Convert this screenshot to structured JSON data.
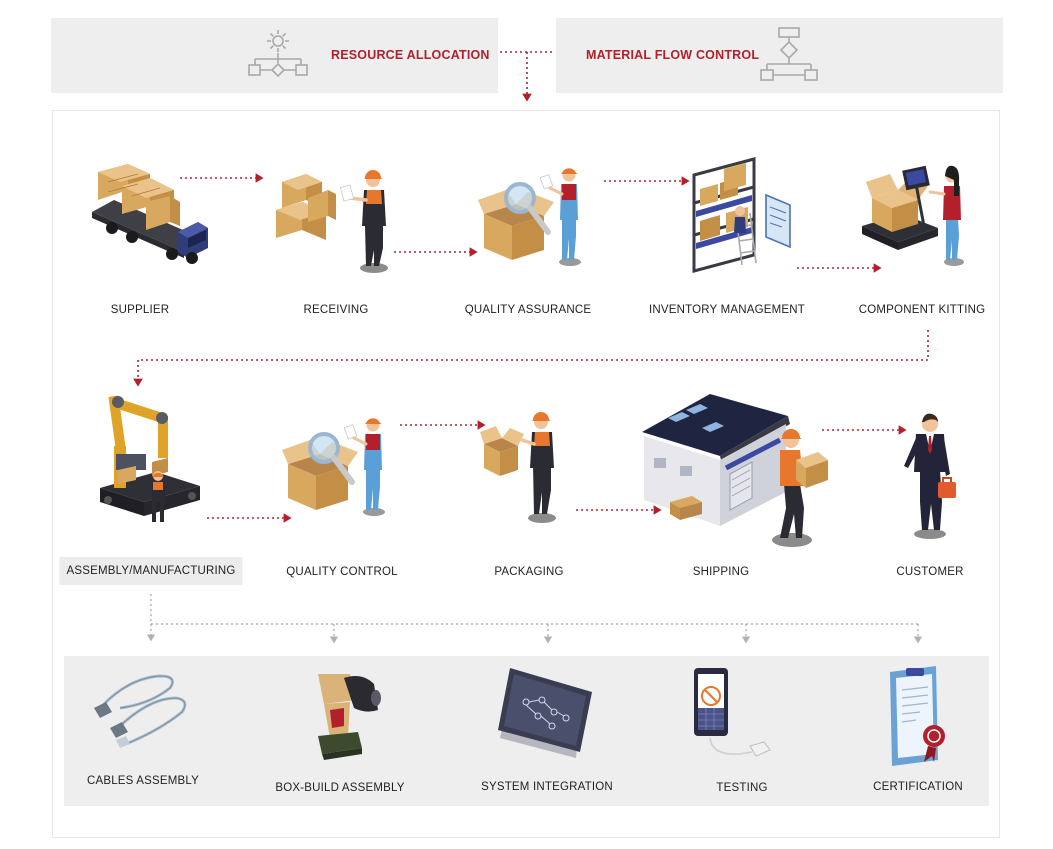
{
  "header": {
    "left_title": "RESOURCE ALLOCATION",
    "right_title": "MATERIAL FLOW CONTROL",
    "left_icon": "gear-flowchart-icon",
    "right_icon": "flowchart-icon"
  },
  "row1": [
    {
      "label": "SUPPLIER",
      "icon": "supplier-truck-icon"
    },
    {
      "label": "RECEIVING",
      "icon": "receiving-worker-icon"
    },
    {
      "label": "QUALITY ASSURANCE",
      "icon": "quality-inspection-icon"
    },
    {
      "label": "INVENTORY MANAGEMENT",
      "icon": "warehouse-shelf-icon"
    },
    {
      "label": "COMPONENT KITTING",
      "icon": "kitting-scale-icon"
    }
  ],
  "row2": [
    {
      "label": "ASSEMBLY/MANUFACTURING",
      "icon": "robot-arm-icon"
    },
    {
      "label": "QUALITY CONTROL",
      "icon": "quality-inspection-icon"
    },
    {
      "label": "PACKAGING",
      "icon": "packaging-worker-icon"
    },
    {
      "label": "SHIPPING",
      "icon": "warehouse-building-icon"
    },
    {
      "label": "CUSTOMER",
      "icon": "businessman-icon"
    }
  ],
  "services": [
    {
      "label": "CABLES ASSEMBLY",
      "icon": "cable-icon"
    },
    {
      "label": "BOX-BUILD ASSEMBLY",
      "icon": "power-drill-icon"
    },
    {
      "label": "SYSTEM INTEGRATION",
      "icon": "circuit-board-icon"
    },
    {
      "label": "TESTING",
      "icon": "test-device-icon"
    },
    {
      "label": "CERTIFICATION",
      "icon": "certificate-icon"
    }
  ],
  "colors": {
    "accent": "#b3202b",
    "connector_gray": "#b0b0b0",
    "box_tan": "#d9a85f",
    "worker_orange": "#e8772e",
    "worker_blue": "#5aa0d6",
    "panel_gray": "#eeeeee"
  }
}
